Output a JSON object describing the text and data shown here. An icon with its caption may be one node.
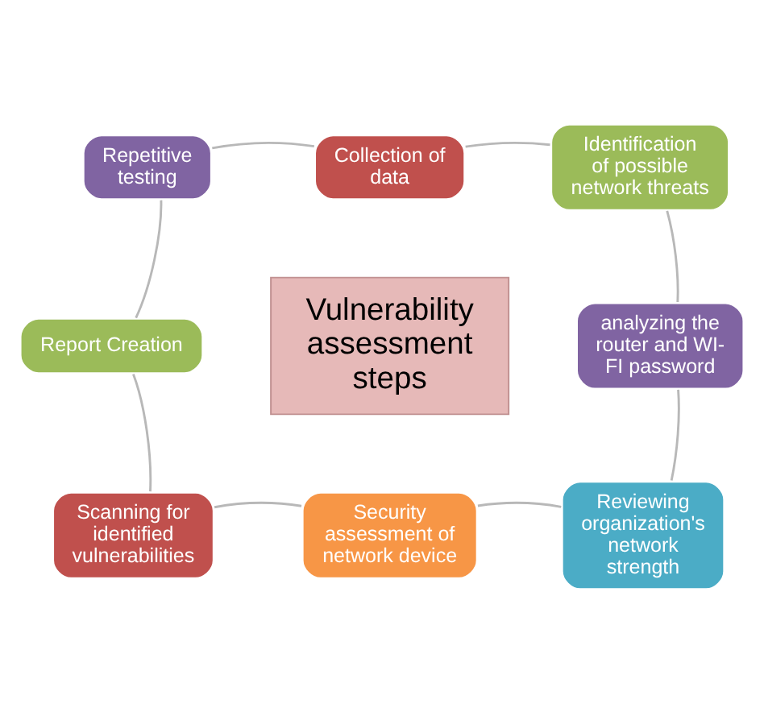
{
  "diagram": {
    "nodes": [
      {
        "text": [
          "Collection of data"
        ]
      },
      {
        "text": [
          "Identification of possible network threats"
        ]
      },
      {
        "text": [
          "analyzing the router and WI-FI password"
        ]
      },
      {
        "text": [
          "Reviewing organization's network strength"
        ]
      },
      {
        "text": [
          "Security assessment of network device"
        ]
      },
      {
        "text": [
          "Scanning for identified vulnerabilities"
        ]
      },
      {
        "text": [
          "Report Creation"
        ]
      },
      {
        "text": [
          "Repetitive testing"
        ]
      },
      {
        "text": [
          "Vulnerability assessment steps"
        ]
      }
    ],
    "edges": [
      {
        "from": 0,
        "to": 1,
        "arrow": "none"
      },
      {
        "from": 1,
        "to": 2,
        "arrow": "none"
      },
      {
        "from": 2,
        "to": 3,
        "arrow": "none"
      },
      {
        "from": 3,
        "to": 4,
        "arrow": "none"
      },
      {
        "from": 4,
        "to": 5,
        "arrow": "none"
      },
      {
        "from": 5,
        "to": 6,
        "arrow": "none"
      },
      {
        "from": 6,
        "to": 7,
        "arrow": "none"
      },
      {
        "from": 7,
        "to": 0,
        "arrow": "none"
      }
    ]
  }
}
